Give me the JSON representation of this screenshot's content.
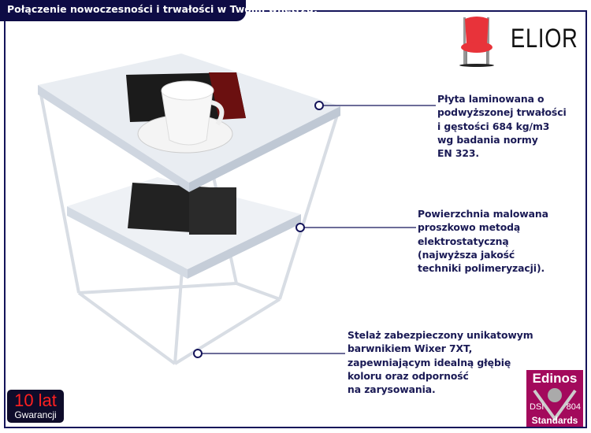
{
  "header": {
    "title": "Połączenie nowoczesności i trwałości w Twoim wnętrzu!"
  },
  "brand": {
    "logo_text": "ELIOR",
    "logo_icon": "red-chair-icon"
  },
  "annotations": [
    {
      "text_lines": [
        "Płyta laminowana o",
        "podwyższonej trwałości",
        "i gęstości 684 kg/m3",
        "wg badania normy",
        "EN 323."
      ]
    },
    {
      "text_lines": [
        "Powierzchnia malowana",
        "proszkowo metodą",
        "elektrostatyczną",
        "(najwyższa jakość",
        "techniki polimeryzacji)."
      ]
    },
    {
      "text_lines": [
        "Stelaż zabezpieczony unikatowym",
        "barwnikiem Wixer 7XT,",
        "zapewniającym idealną głębię",
        "koloru oraz odporność",
        "na zarysowania."
      ]
    }
  ],
  "badges": {
    "warranty": {
      "value": "10 lat",
      "label": "Gwarancji"
    },
    "edinos": {
      "brand": "Edinos",
      "left": "DSI",
      "right": "804",
      "label": "Standards"
    }
  },
  "colors": {
    "navy": "#0e0c45",
    "text": "#1a1a55",
    "warranty_red": "#ff2020",
    "edinos": "#a3095c",
    "chair_red": "#e8333a"
  }
}
